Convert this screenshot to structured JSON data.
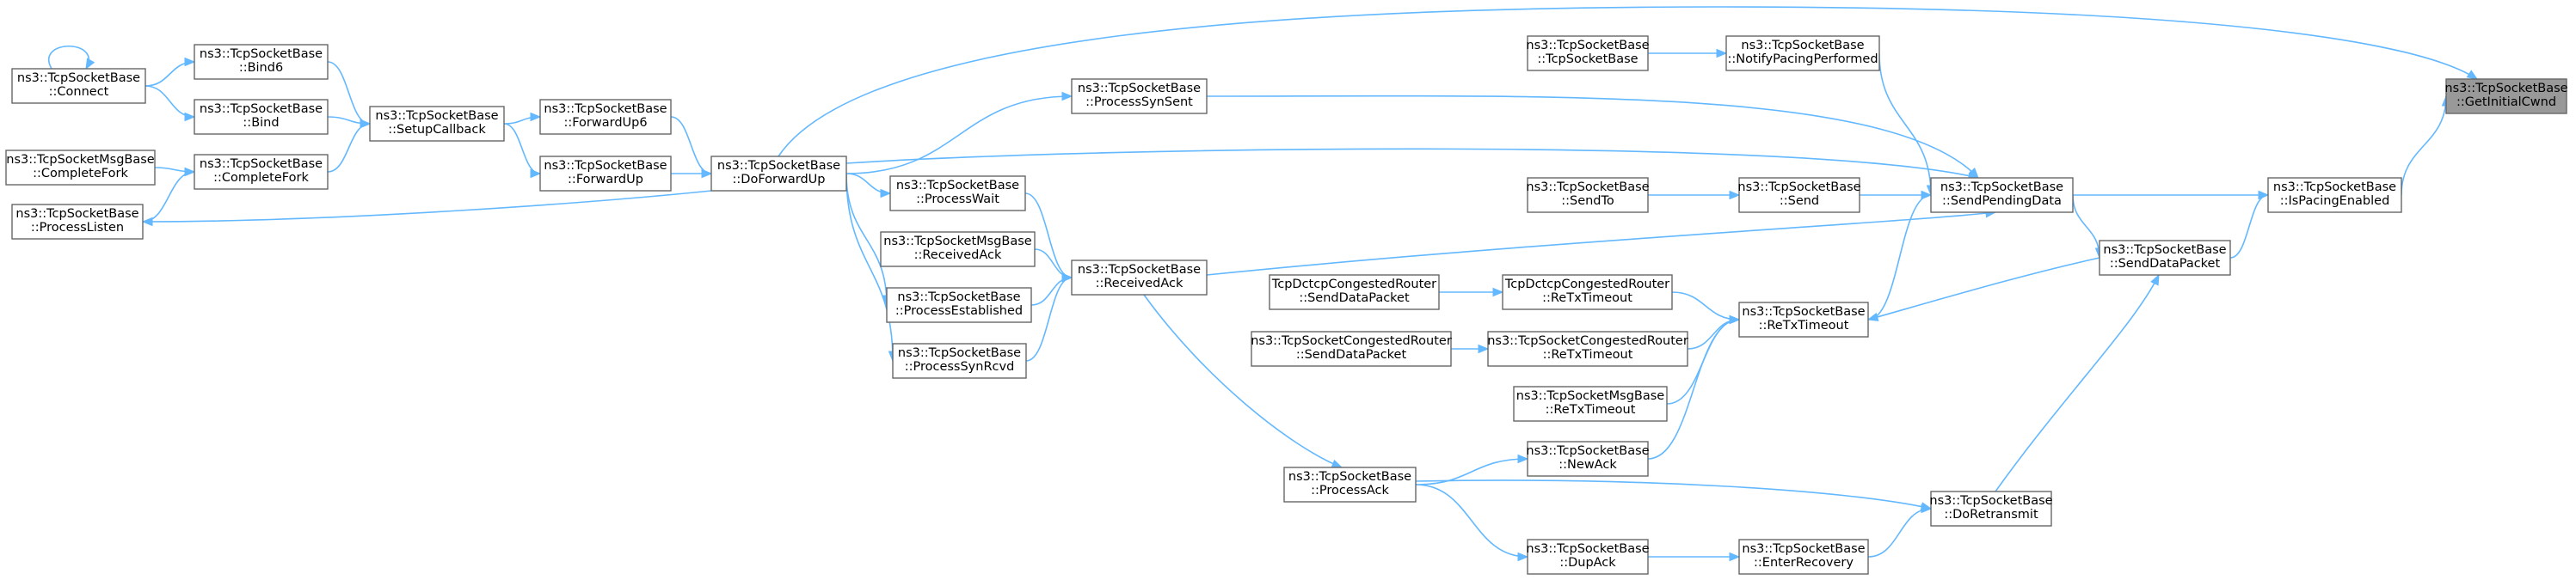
{
  "diagram": {
    "colors": {
      "edge": "#63b8ff",
      "node_border": "#666666",
      "root_fill": "#999999",
      "node_fill": "#ffffff"
    },
    "nodes": [
      {
        "id": "getinitialcwnd",
        "line1": "ns3::TcpSocketBase",
        "line2": "::GetInitialCwnd",
        "root": true
      },
      {
        "id": "ispacingenabled",
        "line1": "ns3::TcpSocketBase",
        "line2": "::IsPacingEnabled"
      },
      {
        "id": "senddatapacket",
        "line1": "ns3::TcpSocketBase",
        "line2": "::SendDataPacket"
      },
      {
        "id": "sendpendingdata",
        "line1": "ns3::TcpSocketBase",
        "line2": "::SendPendingData"
      },
      {
        "id": "doretransmit",
        "line1": "ns3::TcpSocketBase",
        "line2": "::DoRetransmit"
      },
      {
        "id": "notifypacingperformed",
        "line1": "ns3::TcpSocketBase",
        "line2": "::NotifyPacingPerformed"
      },
      {
        "id": "tcpsocketbase-ctor",
        "line1": "ns3::TcpSocketBase",
        "line2": "::TcpSocketBase"
      },
      {
        "id": "send",
        "line1": "ns3::TcpSocketBase",
        "line2": "::Send"
      },
      {
        "id": "sendto",
        "line1": "ns3::TcpSocketBase",
        "line2": "::SendTo"
      },
      {
        "id": "retxtimeout",
        "line1": "ns3::TcpSocketBase",
        "line2": "::ReTxTimeout"
      },
      {
        "id": "dctcp-retxtimeout",
        "line1": "TcpDctcpCongestedRouter",
        "line2": "::ReTxTimeout"
      },
      {
        "id": "dctcp-senddatapacket",
        "line1": "TcpDctcpCongestedRouter",
        "line2": "::SendDataPacket"
      },
      {
        "id": "congested-retxtimeout",
        "line1": "ns3::TcpSocketCongestedRouter",
        "line2": "::ReTxTimeout"
      },
      {
        "id": "congested-senddatapacket",
        "line1": "ns3::TcpSocketCongestedRouter",
        "line2": "::SendDataPacket"
      },
      {
        "id": "msgbase-retxtimeout",
        "line1": "ns3::TcpSocketMsgBase",
        "line2": "::ReTxTimeout"
      },
      {
        "id": "newack",
        "line1": "ns3::TcpSocketBase",
        "line2": "::NewAck"
      },
      {
        "id": "processack",
        "line1": "ns3::TcpSocketBase",
        "line2": "::ProcessAck"
      },
      {
        "id": "dupack",
        "line1": "ns3::TcpSocketBase",
        "line2": "::DupAck"
      },
      {
        "id": "enterrecovery",
        "line1": "ns3::TcpSocketBase",
        "line2": "::EnterRecovery"
      },
      {
        "id": "receivedack",
        "line1": "ns3::TcpSocketBase",
        "line2": "::ReceivedAck"
      },
      {
        "id": "processwait",
        "line1": "ns3::TcpSocketBase",
        "line2": "::ProcessWait"
      },
      {
        "id": "msgbase-receivedack",
        "line1": "ns3::TcpSocketMsgBase",
        "line2": "::ReceivedAck"
      },
      {
        "id": "processestablished",
        "line1": "ns3::TcpSocketBase",
        "line2": "::ProcessEstablished"
      },
      {
        "id": "processsynrcvd",
        "line1": "ns3::TcpSocketBase",
        "line2": "::ProcessSynRcvd"
      },
      {
        "id": "processsynsent",
        "line1": "ns3::TcpSocketBase",
        "line2": "::ProcessSynSent"
      },
      {
        "id": "doforwardup",
        "line1": "ns3::TcpSocketBase",
        "line2": "::DoForwardUp"
      },
      {
        "id": "forwardup6",
        "line1": "ns3::TcpSocketBase",
        "line2": "::ForwardUp6"
      },
      {
        "id": "forwardup",
        "line1": "ns3::TcpSocketBase",
        "line2": "::ForwardUp"
      },
      {
        "id": "setupcallback",
        "line1": "ns3::TcpSocketBase",
        "line2": "::SetupCallback"
      },
      {
        "id": "bind6",
        "line1": "ns3::TcpSocketBase",
        "line2": "::Bind6"
      },
      {
        "id": "bind",
        "line1": "ns3::TcpSocketBase",
        "line2": "::Bind"
      },
      {
        "id": "completefork",
        "line1": "ns3::TcpSocketBase",
        "line2": "::CompleteFork"
      },
      {
        "id": "msgbase-completefork",
        "line1": "ns3::TcpSocketMsgBase",
        "line2": "::CompleteFork"
      },
      {
        "id": "connect",
        "line1": "ns3::TcpSocketBase",
        "line2": "::Connect"
      },
      {
        "id": "processlisten",
        "line1": "ns3::TcpSocketBase",
        "line2": "::ProcessListen"
      }
    ],
    "edges": [
      {
        "from": "ispacingenabled",
        "to": "getinitialcwnd"
      },
      {
        "from": "senddatapacket",
        "to": "ispacingenabled"
      },
      {
        "from": "sendpendingdata",
        "to": "ispacingenabled"
      },
      {
        "from": "sendpendingdata",
        "to": "senddatapacket"
      },
      {
        "from": "doretransmit",
        "to": "senddatapacket"
      },
      {
        "from": "senddatapacket",
        "to": "retxtimeout"
      },
      {
        "from": "notifypacingperformed",
        "to": "sendpendingdata"
      },
      {
        "from": "tcpsocketbase-ctor",
        "to": "notifypacingperformed"
      },
      {
        "from": "send",
        "to": "sendpendingdata"
      },
      {
        "from": "sendto",
        "to": "send"
      },
      {
        "from": "retxtimeout",
        "to": "sendpendingdata"
      },
      {
        "from": "dctcp-retxtimeout",
        "to": "retxtimeout"
      },
      {
        "from": "dctcp-senddatapacket",
        "to": "dctcp-retxtimeout"
      },
      {
        "from": "congested-retxtimeout",
        "to": "retxtimeout"
      },
      {
        "from": "congested-senddatapacket",
        "to": "congested-retxtimeout"
      },
      {
        "from": "msgbase-retxtimeout",
        "to": "retxtimeout"
      },
      {
        "from": "newack",
        "to": "retxtimeout"
      },
      {
        "from": "processack",
        "to": "newack"
      },
      {
        "from": "processack",
        "to": "doretransmit"
      },
      {
        "from": "processack",
        "to": "dupack"
      },
      {
        "from": "dupack",
        "to": "enterrecovery"
      },
      {
        "from": "enterrecovery",
        "to": "doretransmit"
      },
      {
        "from": "receivedack",
        "to": "processack"
      },
      {
        "from": "receivedack",
        "to": "sendpendingdata"
      },
      {
        "from": "processwait",
        "to": "receivedack"
      },
      {
        "from": "msgbase-receivedack",
        "to": "receivedack"
      },
      {
        "from": "processestablished",
        "to": "receivedack"
      },
      {
        "from": "processsynrcvd",
        "to": "receivedack"
      },
      {
        "from": "processsynsent",
        "to": "sendpendingdata"
      },
      {
        "from": "doforwardup",
        "to": "processsynsent"
      },
      {
        "from": "doforwardup",
        "to": "processwait"
      },
      {
        "from": "doforwardup",
        "to": "processestablished"
      },
      {
        "from": "doforwardup",
        "to": "processsynrcvd"
      },
      {
        "from": "doforwardup",
        "to": "processlisten"
      },
      {
        "from": "doforwardup",
        "to": "sendpendingdata"
      },
      {
        "from": "doforwardup",
        "to": "getinitialcwnd"
      },
      {
        "from": "forwardup6",
        "to": "doforwardup"
      },
      {
        "from": "forwardup",
        "to": "doforwardup"
      },
      {
        "from": "setupcallback",
        "to": "forwardup6"
      },
      {
        "from": "setupcallback",
        "to": "forwardup"
      },
      {
        "from": "bind6",
        "to": "setupcallback"
      },
      {
        "from": "bind",
        "to": "setupcallback"
      },
      {
        "from": "completefork",
        "to": "setupcallback"
      },
      {
        "from": "connect",
        "to": "bind6"
      },
      {
        "from": "connect",
        "to": "bind"
      },
      {
        "from": "connect",
        "to": "connect"
      },
      {
        "from": "msgbase-completefork",
        "to": "completefork"
      },
      {
        "from": "processlisten",
        "to": "completefork"
      }
    ]
  }
}
